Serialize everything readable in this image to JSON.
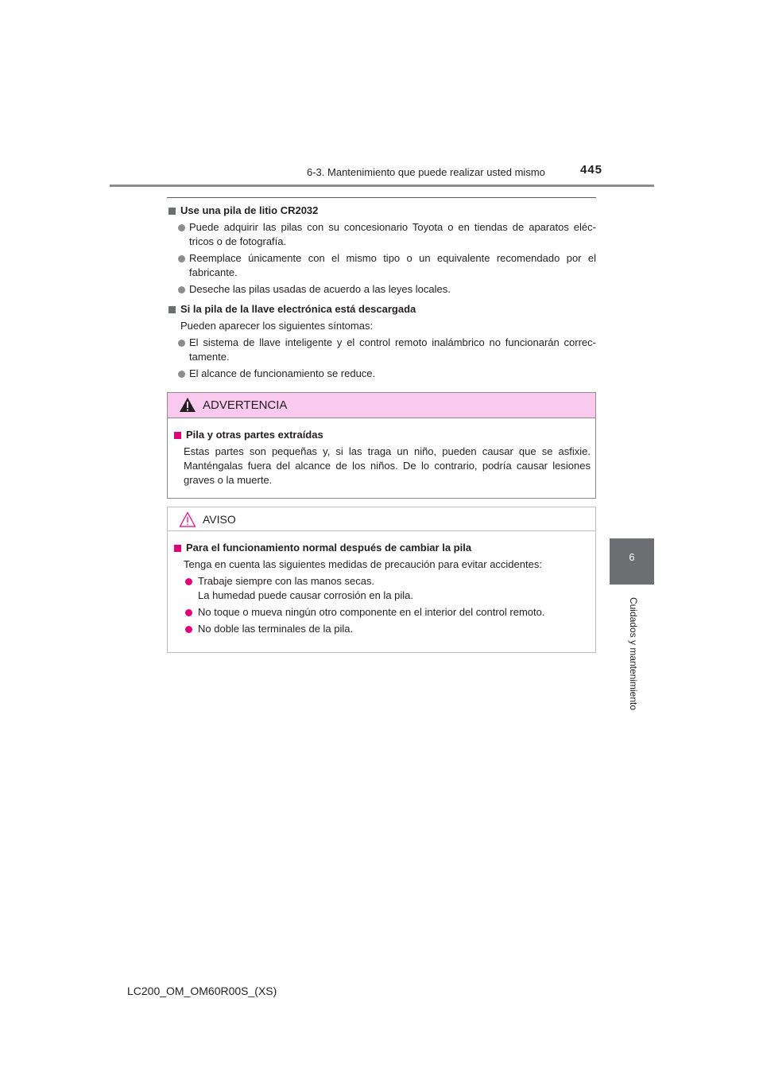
{
  "header": {
    "section_title": "6-3. Mantenimiento que puede realizar usted mismo",
    "page_number": "445"
  },
  "side_tab": {
    "chapter_number": "6",
    "chapter_title": "Cuidados y mantenimiento"
  },
  "content": {
    "section1": {
      "heading": "Use una pila de litio CR2032",
      "bullets": [
        "Puede adquirir las pilas con su concesionario Toyota o en tiendas de aparatos eléc-tricos o de fotografía.",
        "Reemplace únicamente con el mismo tipo o un equivalente recomendado por el fabricante.",
        "Deseche las pilas usadas de acuerdo a las leyes locales."
      ]
    },
    "section2": {
      "heading": "Si la pila de la llave electrónica está descargada",
      "intro": "Pueden aparecer los siguientes síntomas:",
      "bullets": [
        "El sistema de llave inteligente y el control remoto inalámbrico no funcionarán correc-tamente.",
        "El alcance de funcionamiento se reduce."
      ]
    }
  },
  "warning": {
    "title": "ADVERTENCIA",
    "heading": "Pila y otras partes extraídas",
    "text": "Estas partes son pequeñas y, si las traga un niño, pueden causar que se asfixie. Manténgalas fuera del alcance de los niños. De lo contrario, podría causar lesiones graves o la muerte."
  },
  "notice": {
    "title": "AVISO",
    "heading": "Para el funcionamiento normal después de cambiar la pila",
    "intro": "Tenga en cuenta las siguientes medidas de precaución para evitar accidentes:",
    "bullets": [
      {
        "line1": "Trabaje siempre con las manos secas.",
        "line2": "La humedad puede causar corrosión en la pila."
      },
      {
        "line1": "No toque o mueva ningún otro componente en el interior del control remoto.",
        "line2": ""
      },
      {
        "line1": "No doble las terminales de la pila.",
        "line2": ""
      }
    ]
  },
  "footer": {
    "model_code": "LC200_OM_OM60R00S_(XS)"
  },
  "colors": {
    "warning_bg": "#f9c9ef",
    "accent_magenta": "#e2007a",
    "side_tab_gray": "#6d6e71"
  }
}
